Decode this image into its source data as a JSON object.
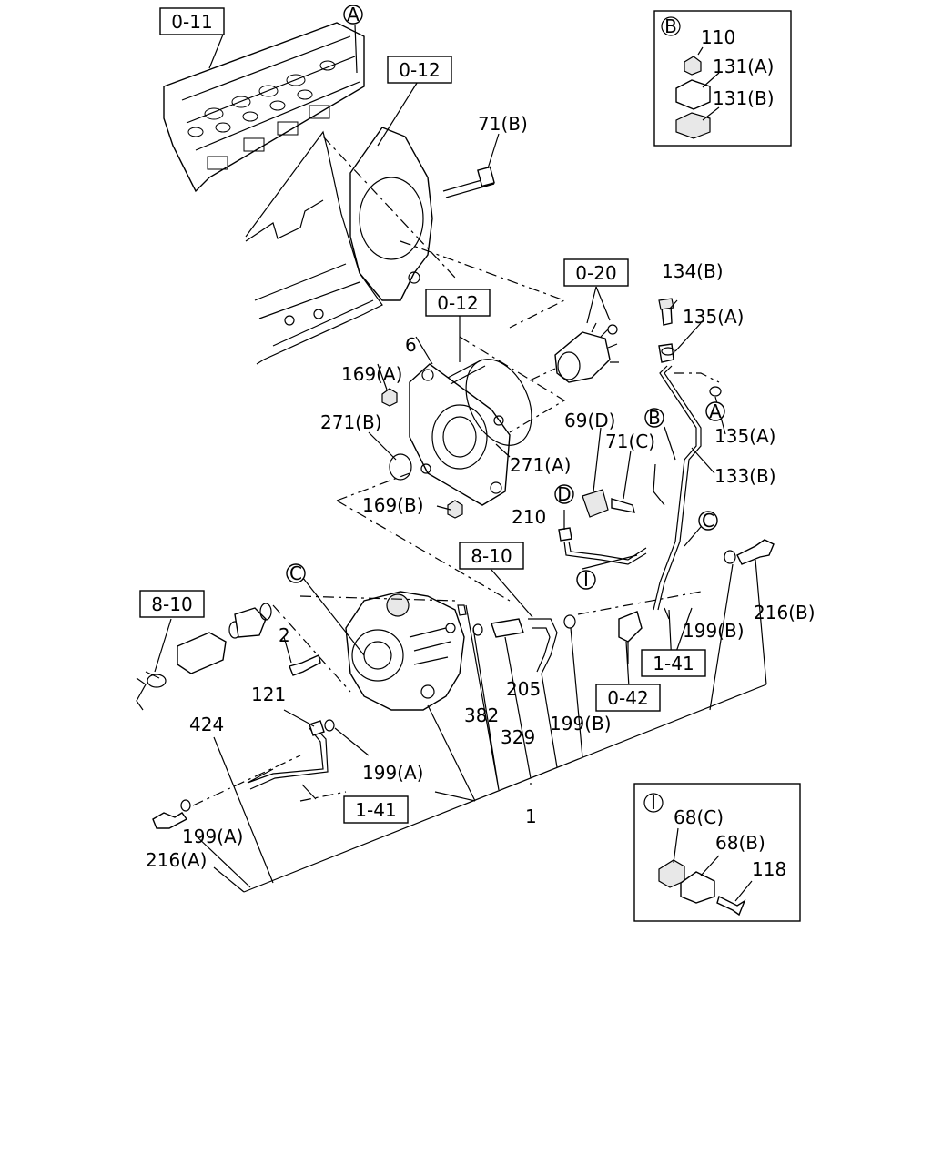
{
  "reference_boxes": {
    "r0_11": "0-11",
    "r0_12_top": "0-12",
    "r0_20": "0-20",
    "r0_12_mid": "0-12",
    "r8_10_right": "8-10",
    "r8_10_left": "8-10",
    "r1_41_right": "1-41",
    "r0_42": "0-42",
    "r1_41_left": "1-41"
  },
  "callouts": {
    "A_top": "A",
    "A_right": "A",
    "B_right": "B",
    "C_left": "C",
    "C_right": "C",
    "D": "D",
    "I_main": "I"
  },
  "labels": {
    "p71B": "71(B)",
    "p134B": "134(B)",
    "p135A_1": "135(A)",
    "p135A_2": "135(A)",
    "p133B": "133(B)",
    "p6": "6",
    "p169A": "169(A)",
    "p271B": "271(B)",
    "p271A": "271(A)",
    "p169B": "169(B)",
    "p69D": "69(D)",
    "p71C": "71(C)",
    "p210": "210",
    "p216B": "216(B)",
    "p199B_1": "199(B)",
    "p2": "2",
    "p121": "121",
    "p424": "424",
    "p382": "382",
    "p205": "205",
    "p329": "329",
    "p199B_2": "199(B)",
    "p199A_1": "199(A)",
    "p1": "1",
    "p199A_2": "199(A)",
    "p216A": "216(A)"
  },
  "inset_B": {
    "title": "B",
    "p110": "110",
    "p131A": "131(A)",
    "p131B": "131(B)"
  },
  "inset_I": {
    "title": "I",
    "p68C": "68(C)",
    "p68B": "68(B)",
    "p118": "118"
  }
}
